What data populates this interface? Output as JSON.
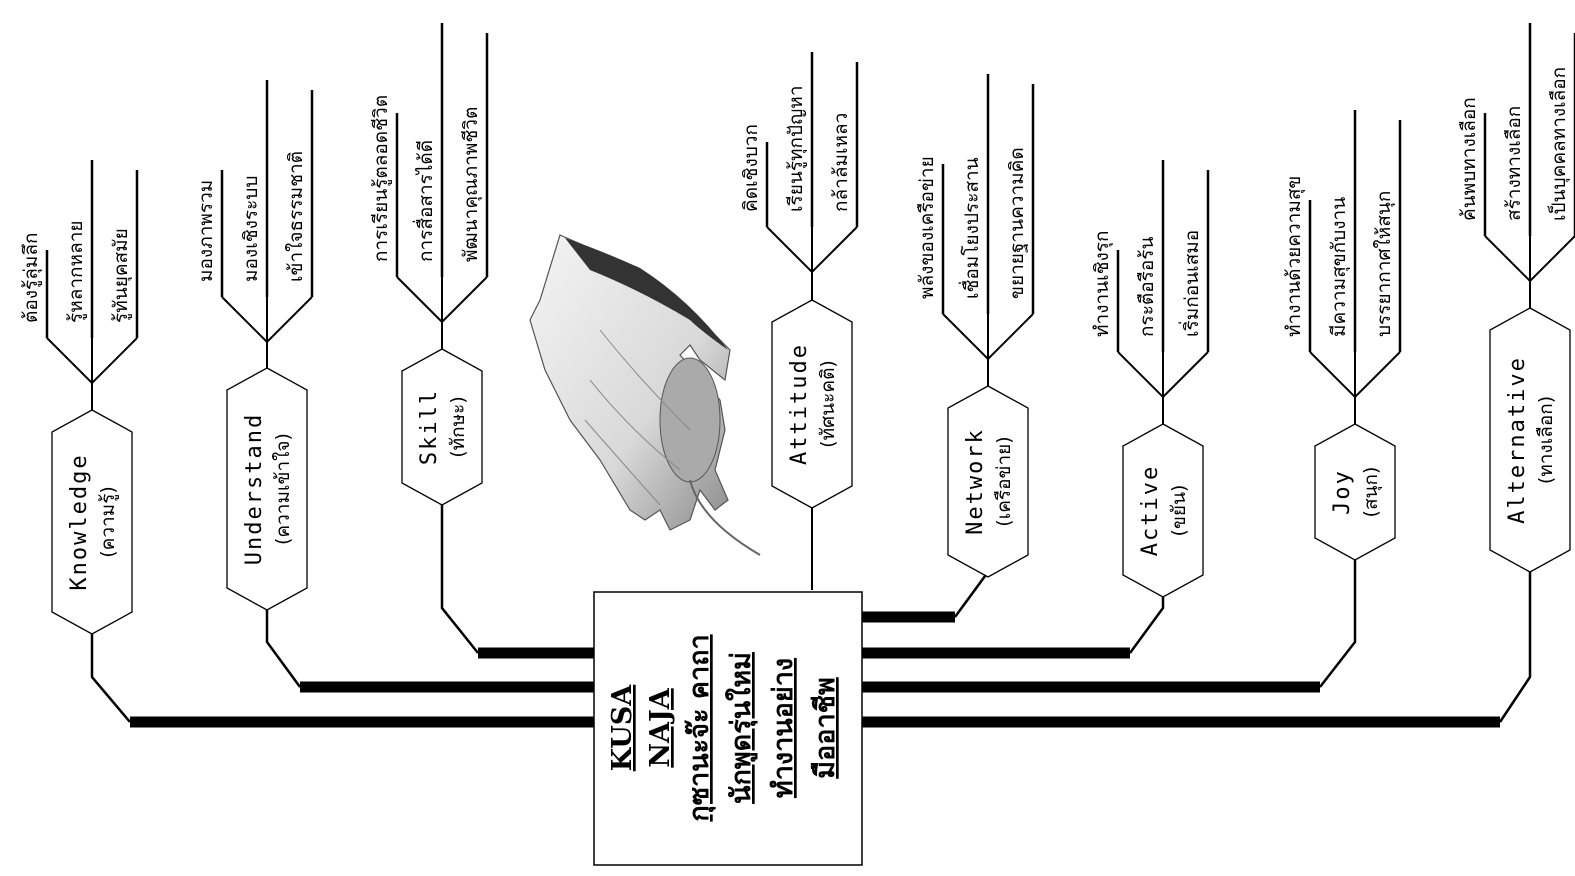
{
  "center": {
    "lines": [
      "KUSA",
      "NAJA",
      "กุซานะจ๊ะ  คาถา",
      "นักพูดรุ่นใหม่",
      "ทำงานอย่าง",
      "มืออาชีพ"
    ]
  },
  "branches": [
    {
      "id": "knowledge",
      "label_en": "Knowledge",
      "label_th": "(ความรู้)",
      "items": [
        "ต้องรู้ลุ่มลึก",
        "รู้หลากหลาย",
        "รู้ทันยุคสมัย"
      ]
    },
    {
      "id": "understand",
      "label_en": "Understand",
      "label_th": "(ความเข้าใจ)",
      "items": [
        "มองภาพรวม",
        "มองเชิงระบบ",
        "เข้าใจธรรมชาติ"
      ]
    },
    {
      "id": "skill",
      "label_en": "Skill",
      "label_th": "(ทักษะ)",
      "items": [
        "การเรียนรู้ตลอดชีวิต",
        "การสื่อสารได้ดี",
        "พัฒนาคุณภาพชีวิต"
      ]
    },
    {
      "id": "attitude",
      "label_en": "Attitude",
      "label_th": "(ทัศนะคติ)",
      "items": [
        "คิดเชิงบวก",
        "เรียนรู้ทุกปัญหา",
        "กล้าล้มเหลว"
      ]
    },
    {
      "id": "network",
      "label_en": "Network",
      "label_th": "(เครือข่าย)",
      "items": [
        "พลังของเครือข่าย",
        "เชื่อมโยงประสาน",
        "ขยายฐานความคิด"
      ]
    },
    {
      "id": "active",
      "label_en": "Active",
      "label_th": "(ขยัน)",
      "items": [
        "ทำงานเชิงรุก",
        "กระตือรือร้น",
        "เริ่มก่อนเสมอ"
      ]
    },
    {
      "id": "joy",
      "label_en": "Joy",
      "label_th": "(สนุก)",
      "items": [
        "ทำงานด้วยความสุข",
        "มีความสุขกับงาน",
        "บรรยากาศให้สนุก"
      ]
    },
    {
      "id": "alternative",
      "label_en": "Alternative",
      "label_th": "(ทางเลือก)",
      "items": [
        "ค้นพบทางเลือก",
        "สร้างทางเลือก",
        "เป็นบุคคลทางเลือก"
      ]
    }
  ],
  "illustration": {
    "icon": "hand-on-mouse-icon"
  }
}
